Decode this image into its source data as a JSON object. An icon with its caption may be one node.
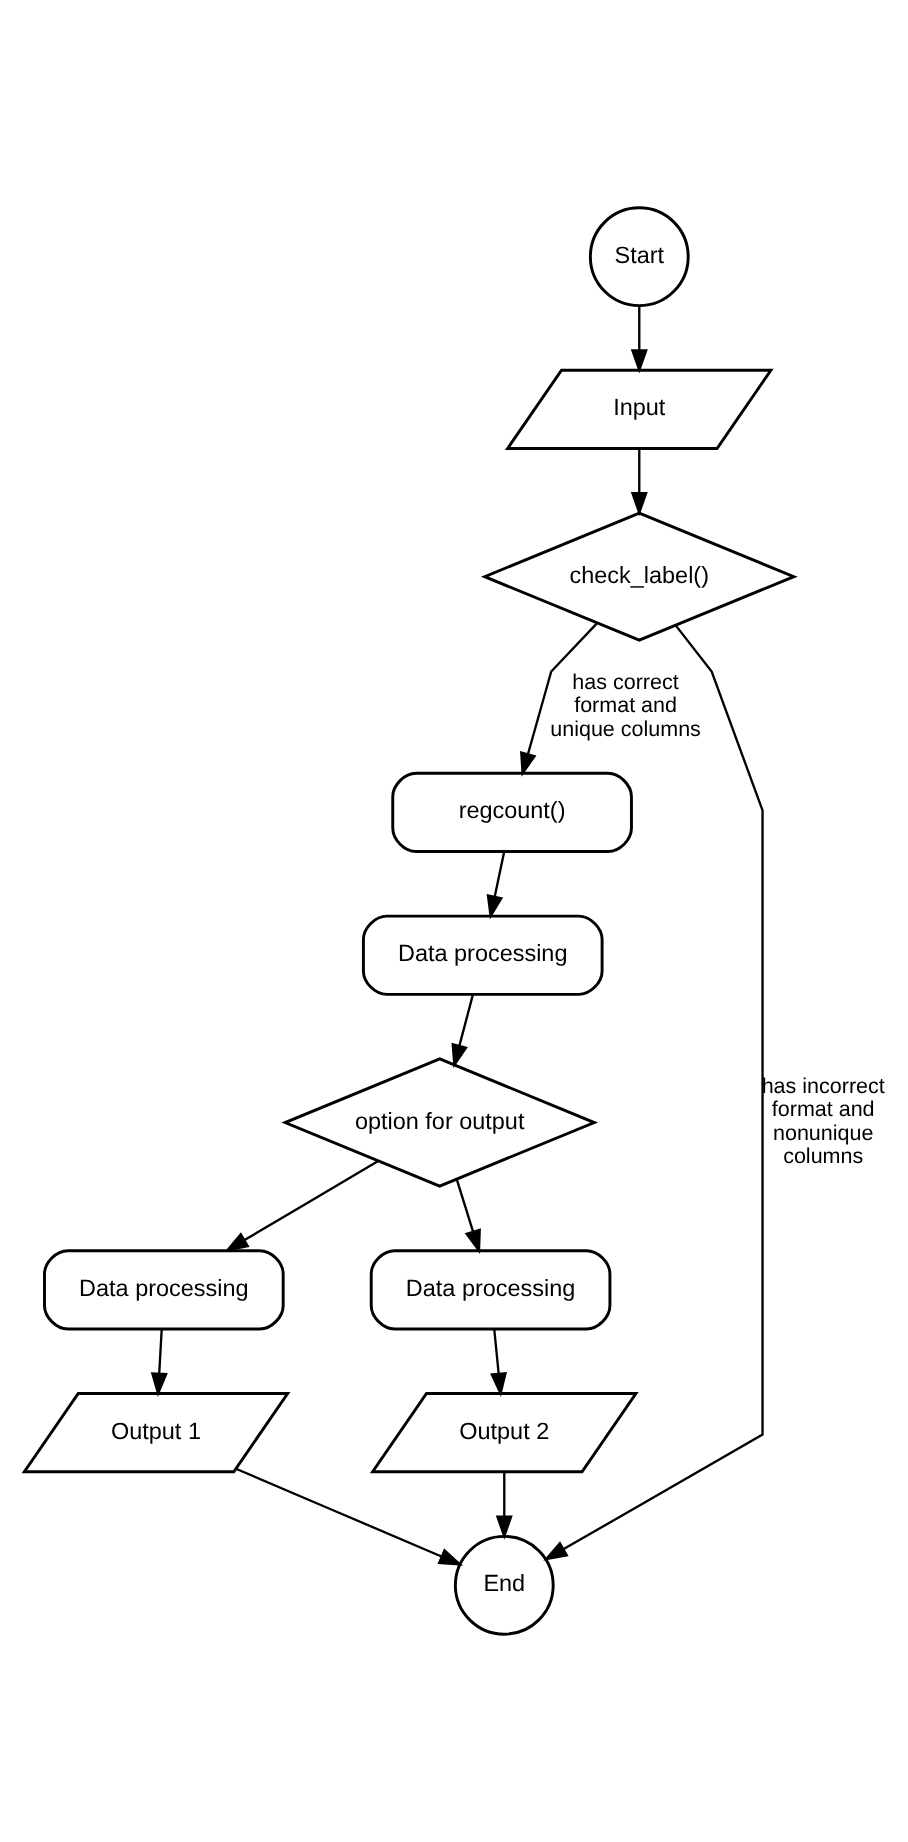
{
  "diagram": {
    "nodes": [
      {
        "text": [
          "Start"
        ]
      },
      {
        "text": [
          "Input"
        ]
      },
      {
        "text": [
          "check_label()"
        ]
      },
      {
        "text": [
          "regcount()"
        ]
      },
      {
        "text": [
          "Data processing"
        ]
      },
      {
        "text": [
          "option for output"
        ]
      },
      {
        "text": [
          "Data processing"
        ]
      },
      {
        "text": [
          "Data processing"
        ]
      },
      {
        "text": [
          "Output 1"
        ]
      },
      {
        "text": [
          "Output 2"
        ]
      },
      {
        "text": [
          "End"
        ]
      }
    ],
    "edges": [
      {
        "from": 0,
        "to": 1,
        "arrow": "to"
      },
      {
        "from": 1,
        "to": 2,
        "arrow": "to"
      },
      {
        "from": 2,
        "to": 3,
        "arrow": "to",
        "label": "has correct format and unique columns"
      },
      {
        "from": 2,
        "to": 10,
        "arrow": "to",
        "label": "has incorrect format and nonunique columns"
      },
      {
        "from": 3,
        "to": 4,
        "arrow": "to"
      },
      {
        "from": 4,
        "to": 5,
        "arrow": "to"
      },
      {
        "from": 5,
        "to": 6,
        "arrow": "to"
      },
      {
        "from": 5,
        "to": 7,
        "arrow": "to"
      },
      {
        "from": 6,
        "to": 8,
        "arrow": "to"
      },
      {
        "from": 7,
        "to": 9,
        "arrow": "to"
      },
      {
        "from": 8,
        "to": 10,
        "arrow": "to"
      },
      {
        "from": 9,
        "to": 10,
        "arrow": "to"
      }
    ]
  }
}
